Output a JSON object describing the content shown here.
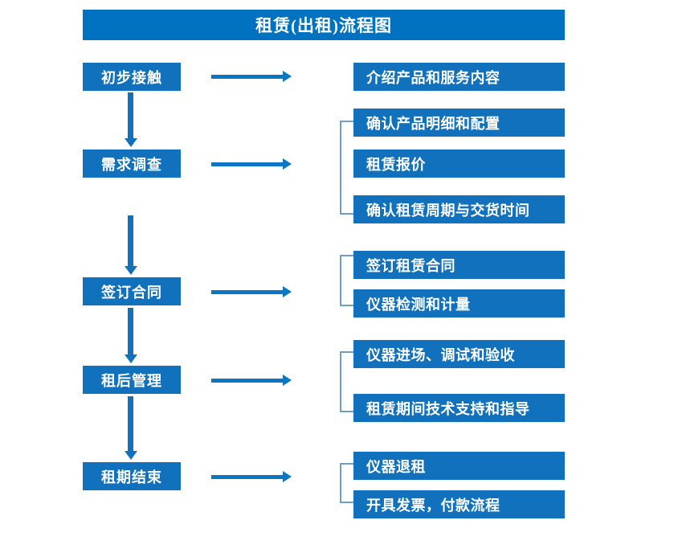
{
  "diagram": {
    "title": "租赁(出租)流程图",
    "colors": {
      "title_bar": "#0072C0",
      "box": "#1171BC",
      "arrow": "#0B76C2",
      "bracket": "#6E9EC4",
      "background": "#FFFFFF",
      "text": "#FFFFFF"
    },
    "stages": [
      {
        "id": "stage-1",
        "label": "初步接触",
        "details": [
          "介绍产品和服务内容"
        ],
        "has_bracket": false
      },
      {
        "id": "stage-2",
        "label": "需求调查",
        "details": [
          "确认产品明细和配置",
          "租赁报价",
          "确认租赁周期与交货时间"
        ],
        "has_bracket": true
      },
      {
        "id": "stage-3",
        "label": "签订合同",
        "details": [
          "签订租赁合同",
          "仪器检测和计量"
        ],
        "has_bracket": true
      },
      {
        "id": "stage-4",
        "label": "租后管理",
        "details": [
          "仪器进场、调试和验收",
          "租赁期间技术支持和指导"
        ],
        "has_bracket": true
      },
      {
        "id": "stage-5",
        "label": "租期结束",
        "details": [
          "仪器退租",
          "开具发票，付款流程"
        ],
        "has_bracket": true
      }
    ],
    "detail_boxes": [
      {
        "text": "介绍产品和服务内容",
        "group": 1
      },
      {
        "text": "确认产品明细和配置",
        "group": 2
      },
      {
        "text": "租赁报价",
        "group": 2
      },
      {
        "text": "确认租赁周期与交货时间",
        "group": 2
      },
      {
        "text": "签订租赁合同",
        "group": 3
      },
      {
        "text": "仪器检测和计量",
        "group": 3
      },
      {
        "text": "仪器进场、调试和验收",
        "group": 4
      },
      {
        "text": "租赁期间技术支持和指导",
        "group": 4
      },
      {
        "text": "仪器退租",
        "group": 5
      },
      {
        "text": "开具发票，付款流程",
        "group": 5
      }
    ],
    "connectors": {
      "horizontal_arrow_count": 5,
      "vertical_arrow_count": 4,
      "bracket_count": 4
    }
  }
}
